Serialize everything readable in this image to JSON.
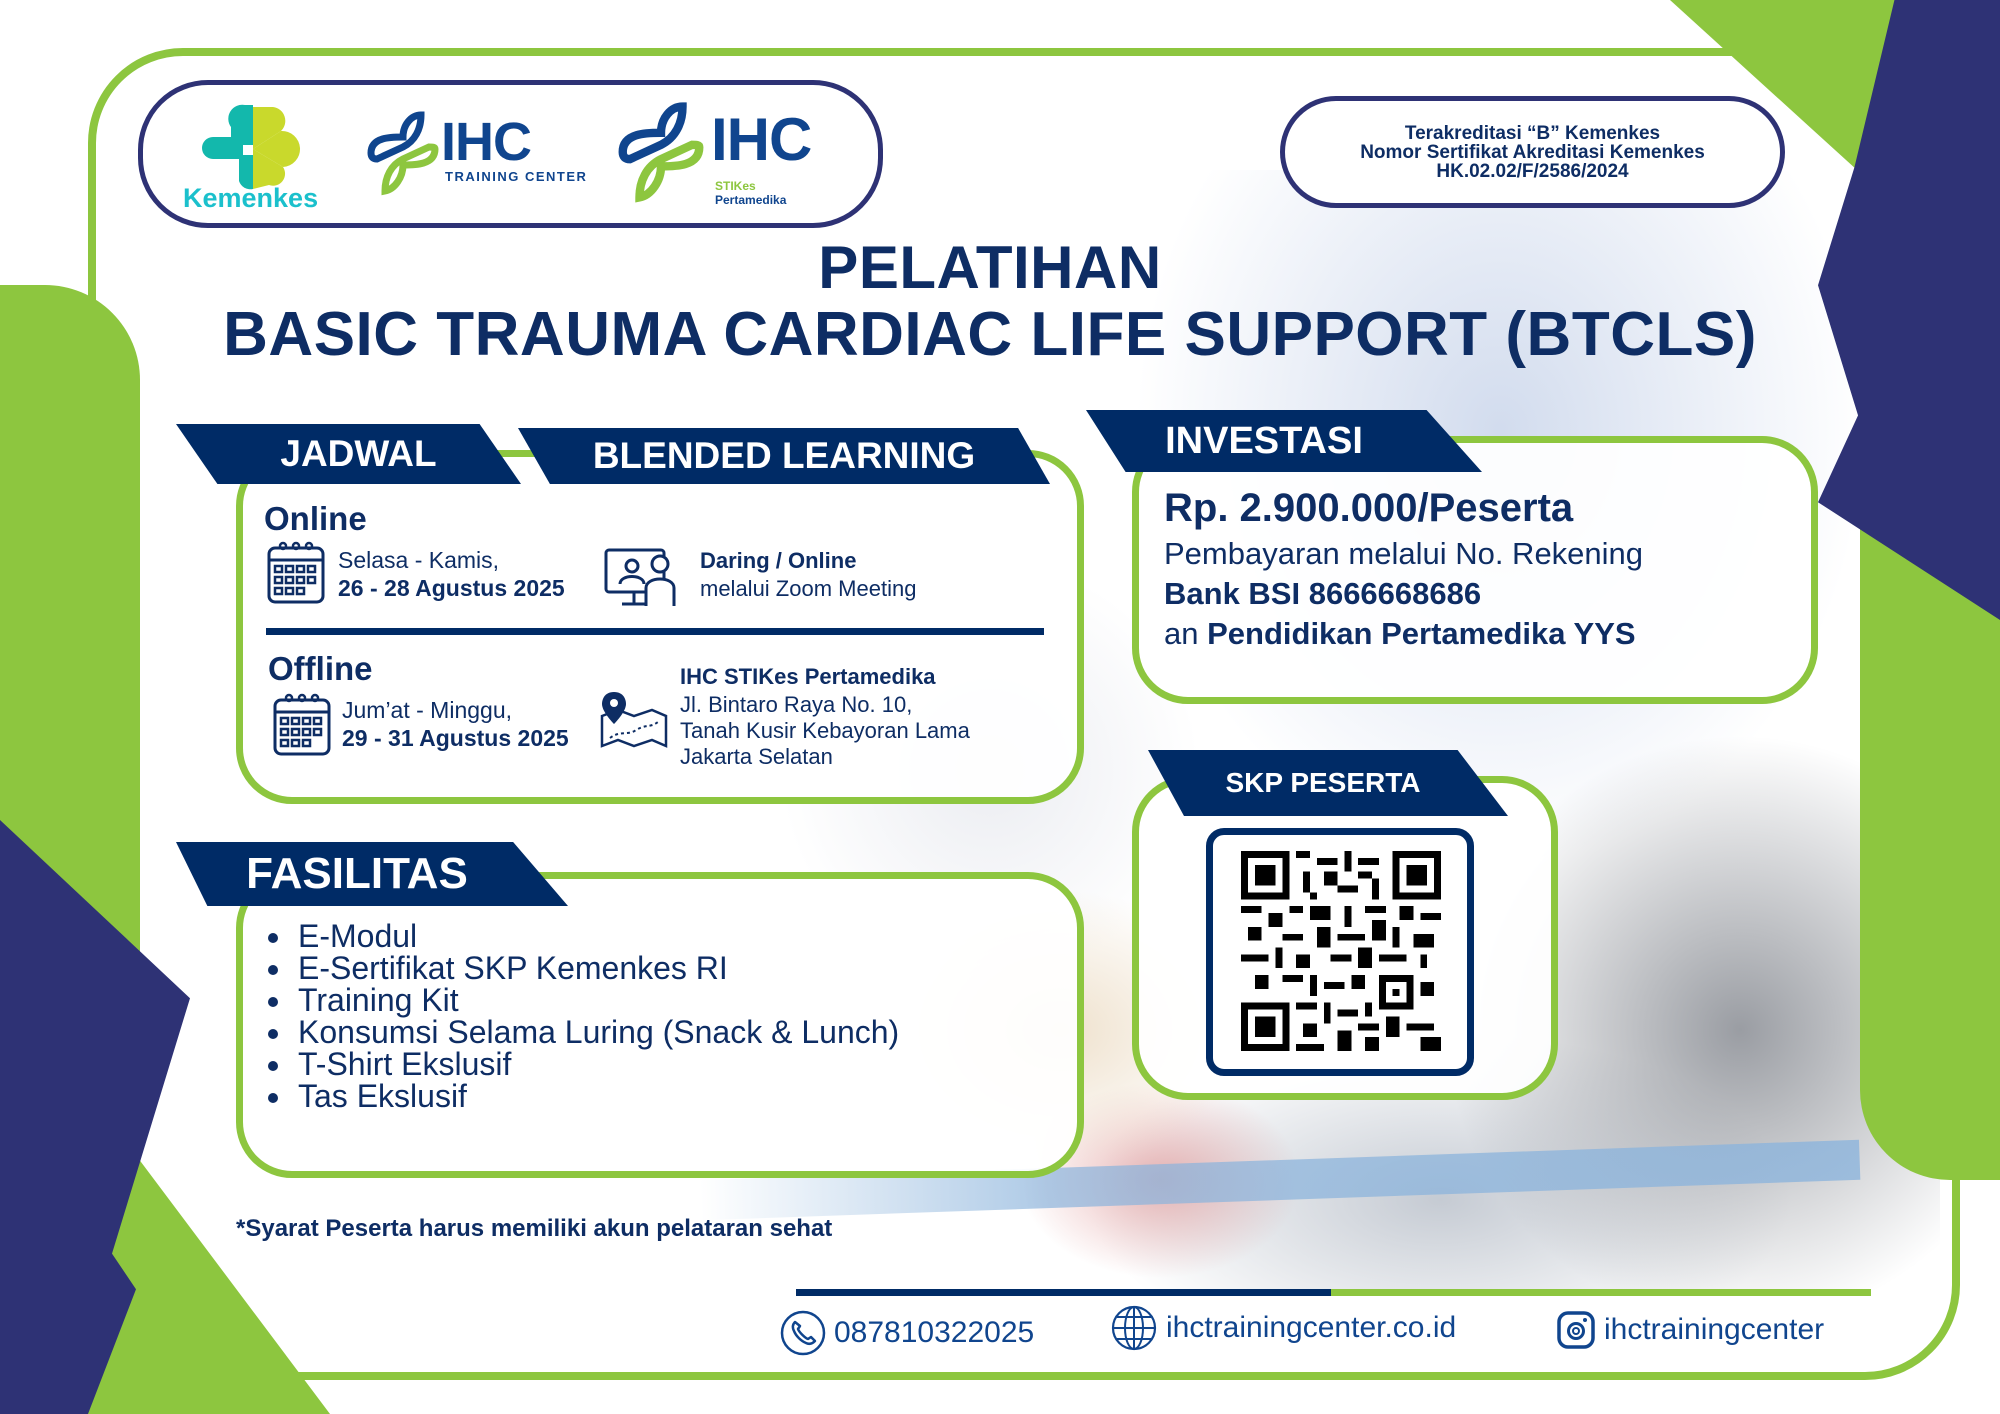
{
  "logos": {
    "kemenkes": "Kemenkes",
    "ihc_training": {
      "name": "IHC",
      "sub": "TRAINING CENTER"
    },
    "ihc_stikes": {
      "name": "IHC",
      "sub1": "STIKes",
      "sub2": "Pertamedika"
    }
  },
  "accreditation": {
    "line1": "Terakreditasi “B” Kemenkes",
    "line2": "Nomor Sertifikat Akreditasi Kemenkes",
    "line3": "HK.02.02/F/2586/2024"
  },
  "title": {
    "line1": "PELATIHAN",
    "line2": "BASIC TRAUMA CARDIAC LIFE SUPPORT (BTCLS)"
  },
  "schedule": {
    "tab_label": "JADWAL",
    "mode_label": "BLENDED LEARNING",
    "online": {
      "heading": "Online",
      "days": "Selasa - Kamis,",
      "dates": "26 - 28 Agustus 2025",
      "mode_title": "Daring / Online",
      "mode_detail": "melalui Zoom Meeting"
    },
    "offline": {
      "heading": "Offline",
      "days": "Jum’at - Minggu,",
      "dates": "29 - 31 Agustus 2025",
      "venue": "IHC STIKes Pertamedika",
      "address_1": "Jl. Bintaro Raya No. 10,",
      "address_2": "Tanah Kusir Kebayoran Lama",
      "address_3": "Jakarta Selatan"
    }
  },
  "investment": {
    "tab_label": "INVESTASI",
    "price": "Rp. 2.900.000/Peserta",
    "payment_line": "Pembayaran melalui No. Rekening",
    "bank": "Bank BSI 8666668686",
    "account_prefix": "an",
    "account_name": "Pendidikan Pertamedika YYS"
  },
  "skp": {
    "tab_label": "SKP PESERTA"
  },
  "facilities": {
    "tab_label": "FASILITAS",
    "items": [
      "E-Modul",
      "E-Sertifikat SKP Kemenkes RI",
      "Training Kit",
      "Konsumsi Selama Luring (Snack & Lunch)",
      "T-Shirt Ekslusif",
      "Tas Ekslusif"
    ]
  },
  "note": "*Syarat Peserta harus memiliki akun pelataran sehat",
  "contacts": {
    "phone": "087810322025",
    "website": "ihctrainingcenter.co.id",
    "instagram": "ihctrainingcenter"
  },
  "colors": {
    "navy": "#002b66",
    "indigo": "#2e3275",
    "green": "#8dc63f",
    "teal": "#1bc0cc",
    "blue": "#10458e"
  }
}
